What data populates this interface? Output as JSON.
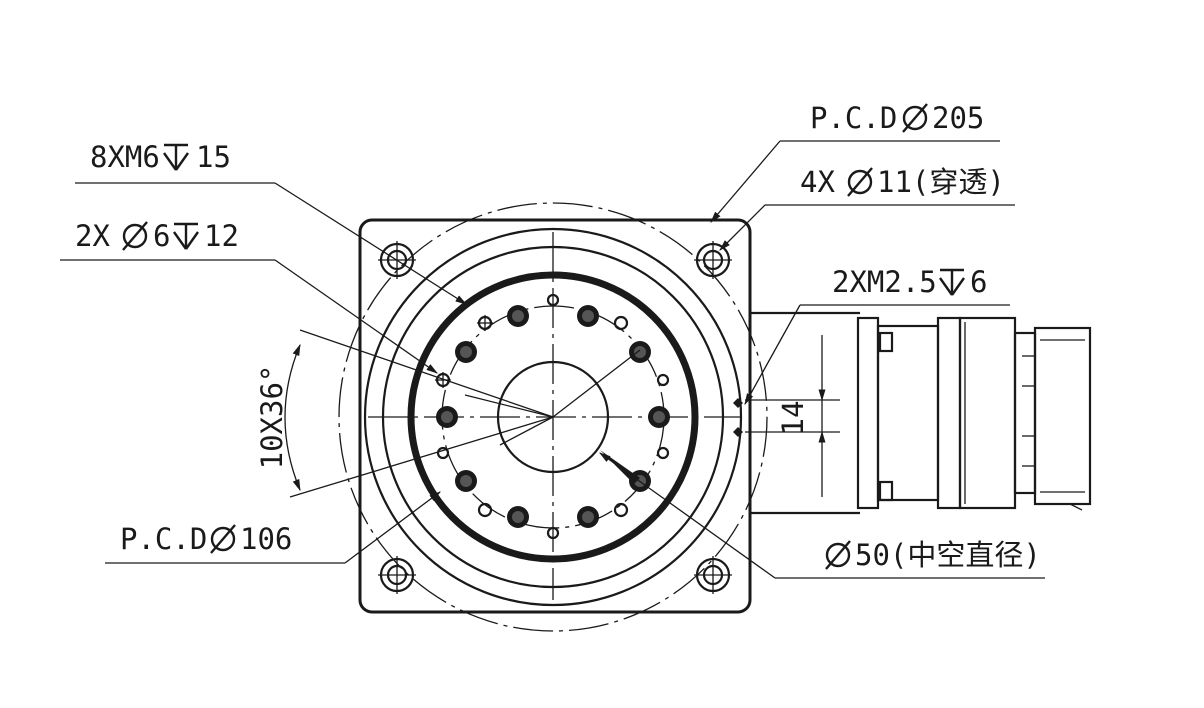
{
  "labels": {
    "tapped_holes_m6": "8XM6",
    "tapped_holes_m6_depth": "15",
    "pin_holes": "2X",
    "pin_holes_dia": "6",
    "pin_holes_depth": "12",
    "angular_spacing": "10X36°",
    "pcd_inner_prefix": "P.C.D",
    "pcd_inner_dia": "106",
    "pcd_outer_prefix": "P.C.D",
    "pcd_outer_dia": "205",
    "through_holes_count": "4X",
    "through_holes_dia": "11(穿透)",
    "small_tapped": "2XM2.5",
    "small_tapped_depth": "6",
    "hollow_dia": "50(中空直径)",
    "dim_14": "14"
  },
  "symbols": {
    "diameter": "diameter-symbol",
    "depth": "depth-symbol"
  }
}
